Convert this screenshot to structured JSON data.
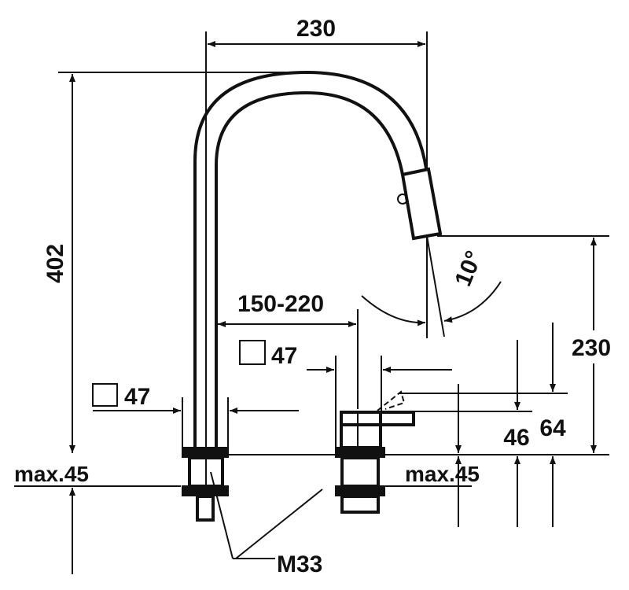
{
  "drawing": {
    "width_overall": "230",
    "height_overall": "402",
    "spout_height": "230",
    "spout_angle": "10°",
    "spacing": "150-220",
    "base_square_left": "47",
    "base_square_right": "47",
    "lever_height_low": "46",
    "lever_height_high": "64",
    "max_thickness_left": "max.45",
    "max_thickness_right": "max.45",
    "thread": "M33"
  },
  "colors": {
    "line": "#111111",
    "background": "#ffffff"
  }
}
